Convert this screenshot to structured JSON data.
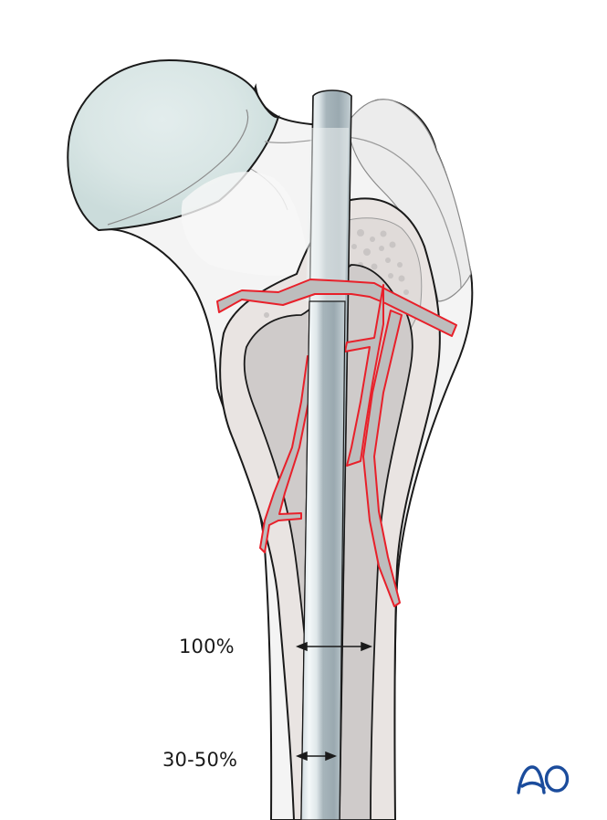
{
  "figure": {
    "subject": "Proximal femur with intramedullary nail and fracture lines",
    "labels": {
      "full_canal": "100%",
      "partial_canal": "30-50%"
    },
    "logo": "AO",
    "colors": {
      "outline": "#1a1a1a",
      "femoral_head": "#d4e2e1",
      "bone_outer": "#f2f2f2",
      "cortex": "#e8e3e1",
      "medullary_canal": "#cfcbca",
      "cancellous": "#e0dbd9",
      "nail_light": "#dfe7ea",
      "nail_dark": "#9aa9b0",
      "fracture": "#e8202a",
      "fracture_gap": "#bdbdbd",
      "logo": "#1b4c9c"
    }
  }
}
